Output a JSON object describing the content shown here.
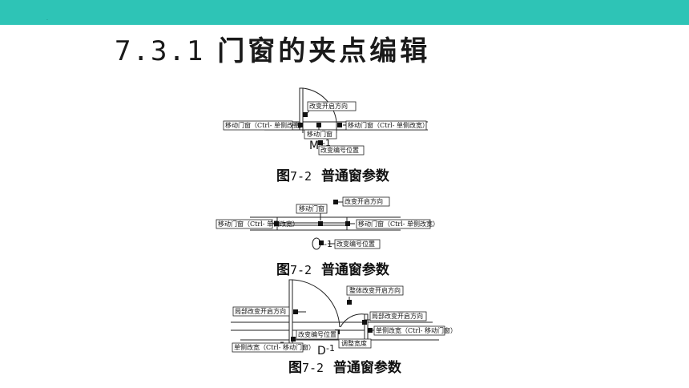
{
  "header": {
    "mark": "."
  },
  "title": {
    "number": "7.3.1",
    "text": "门窗的夹点编辑"
  },
  "figures": [
    {
      "caption_prefix": "图",
      "caption_num": "7-2",
      "caption_text": "普通窗参数",
      "labels": {
        "flip": "改变开启方向",
        "move_left": "移动门窗（Ctrl- 单侧改宽）",
        "move_right": "移动门窗（Ctrl- 单侧改宽）",
        "move_center": "移动门窗",
        "tag": "M",
        "tag_suffix": "-1",
        "move_tag": "改变编号位置"
      }
    },
    {
      "caption_prefix": "图",
      "caption_num": "7-2",
      "caption_text": "普通窗参数",
      "labels": {
        "move_center": "移动门窗",
        "flip": "改变开启方向",
        "move_left": "移动门窗（Ctrl- 单侧改宽）",
        "move_right": "移动门窗（Ctrl- 单侧改宽）",
        "tag_suffix": "-1",
        "move_tag": "改变编号位置"
      }
    },
    {
      "caption_prefix": "图",
      "caption_num": "7-2",
      "caption_text": "普通窗参数",
      "labels": {
        "overall_flip": "整体改变开启方向",
        "local_flip_left": "局部改变开启方向",
        "local_flip_right": "局部改变开启方向",
        "single_side_right": "单侧改宽（Ctrl- 移动门窗）",
        "move_tag": "改变编号位置",
        "single_side_left": "单侧改宽（Ctrl- 移动门窗）",
        "adjust_width": "调整宽度",
        "tag": "D",
        "tag_suffix": "-1"
      }
    }
  ]
}
